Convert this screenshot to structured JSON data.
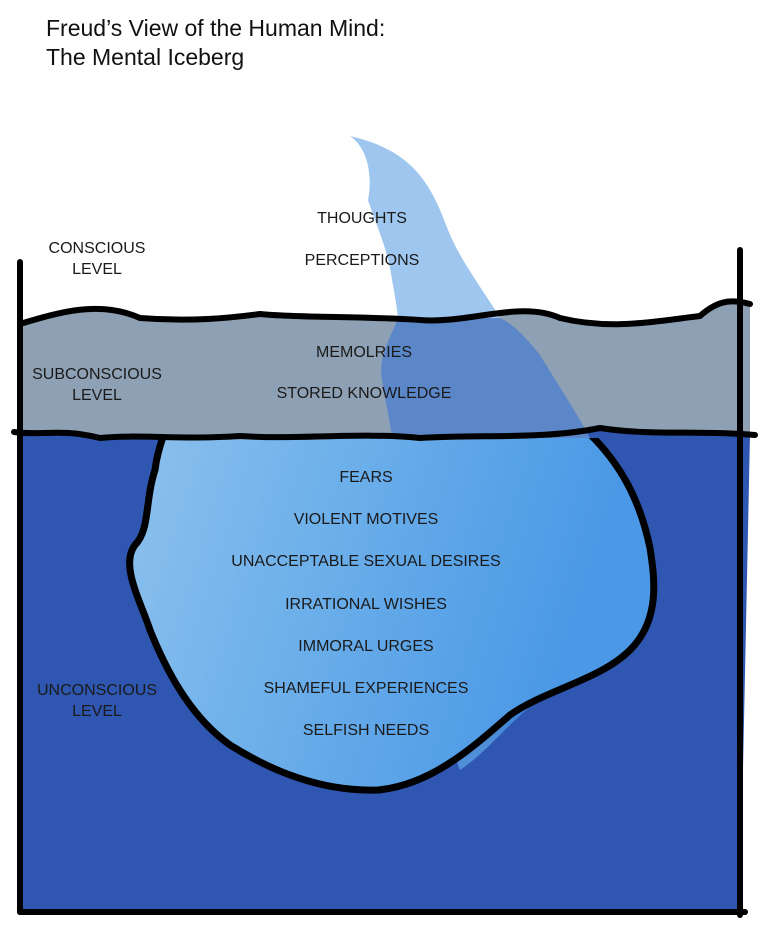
{
  "title": {
    "line1": "Freud’s View of the Human Mind:",
    "line2": "The Mental Iceberg"
  },
  "levels": {
    "conscious": {
      "line1": "CONSCIOUS",
      "line2": "LEVEL"
    },
    "subconscious": {
      "line1": "SUBCONSCIOUS",
      "line2": "LEVEL"
    },
    "unconscious": {
      "line1": "UNCONSCIOUS",
      "line2": "LEVEL"
    }
  },
  "conscious_items": [
    "THOUGHTS",
    "PERCEPTIONS"
  ],
  "subconscious_items": [
    "MEMOLRIES",
    "STORED KNOWLEDGE"
  ],
  "unconscious_items": [
    "FEARS",
    "VIOLENT MOTIVES",
    "UNACCEPTABLE SEXUAL DESIRES",
    "IRRATIONAL WISHES",
    "IMMORAL URGES",
    "SHAMEFUL EXPERIENCES",
    "SELFISH NEEDS"
  ],
  "colors": {
    "subconscious_band": "#8ea0b4",
    "unconscious_water": "#2f56b0",
    "ice_light": "#d8ecfb",
    "ice_mid": "#9ec9ec",
    "ice_dark": "#1f6fd6",
    "outline": "#000000"
  }
}
